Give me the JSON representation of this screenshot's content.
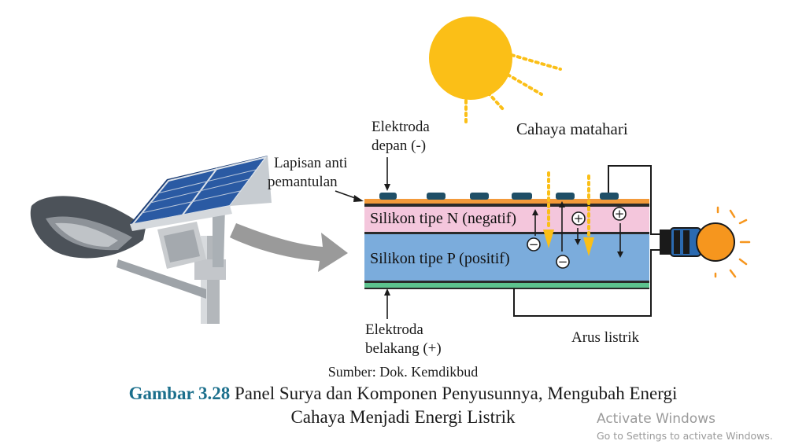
{
  "labels": {
    "sunlight": "Cahaya matahari",
    "front_electrode": [
      "Elektroda",
      "depan (-)"
    ],
    "anti_reflective": [
      "Lapisan anti",
      "pemantulan"
    ],
    "n_type": "Silikon tipe N (negatif)",
    "p_type": "Silikon tipe P (positif)",
    "back_electrode": [
      "Elektroda",
      "belakang (+)"
    ],
    "current": "Arus listrik"
  },
  "symbols": {
    "plus": "+",
    "minus": "−"
  },
  "caption": {
    "source": "Sumber: Dok. Kemdikbud",
    "figure_number": "Gambar 3.28",
    "title_line1": "Panel Surya dan Komponen Penyusunnya, Mengubah Energi",
    "title_line2": "Cahaya Menjadi Energi Listrik"
  },
  "watermark": {
    "title": "Activate Windows",
    "subtitle": "Go to Settings to activate Windows."
  },
  "colors": {
    "sun": "#fbbf17",
    "sun_rays": "#fbbf17",
    "lamp_bulb": "#f6961e",
    "anti_reflective_layer": "#f39a3a",
    "n_layer": "#f4c6dc",
    "p_layer": "#7bacdc",
    "back_electrode": "#5cc38e",
    "front_electrode_pads": "#1f4f67",
    "caption_accent": "#1b6f8c"
  }
}
